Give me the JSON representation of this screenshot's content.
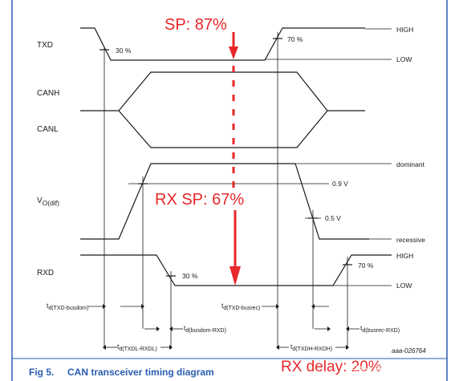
{
  "signals": {
    "txd": "TXD",
    "canh": "CANH",
    "canl": "CANL",
    "vo_main": "V",
    "vo_sub": "O(dif)",
    "rxd": "RXD"
  },
  "levels": {
    "high_top": "HIGH",
    "low_top": "LOW",
    "dominant": "dominant",
    "v09": "0.9 V",
    "v05": "0.5 V",
    "recessive": "recessive",
    "high_rxd": "HIGH",
    "low_rxd": "LOW"
  },
  "percent": {
    "txd_fall": "30 %",
    "txd_rise": "70 %",
    "rxd_fall": "30 %",
    "rxd_rise": "70 %"
  },
  "timings": {
    "t1_main": "t",
    "t1_sub": "d(TXD-busdom)",
    "t2_main": "t",
    "t2_sub": "d(TXD-busrec)",
    "t3_main": "t",
    "t3_sub": "d(busdom-RXD)",
    "t4_main": "t",
    "t4_sub": "d(busrec-RXD)",
    "t5_main": "t",
    "t5_sub": "d(TXDL-RXDL)",
    "t6_main": "t",
    "t6_sub": "d(TXDH-RXDH)"
  },
  "annotations": {
    "sp": "SP: 87%",
    "rx_sp": "RX SP:  67%",
    "rx_delay": "RX delay: 20%"
  },
  "figure": {
    "id": "aaa-026764",
    "number": "Fig 5.",
    "title": "CAN transceiver timing diagram"
  },
  "watermark": "CSDN @Lenz's law",
  "colors": {
    "border": "#2a5db0",
    "caption": "#2a5db0",
    "annotation": "#e8272a",
    "line": "#1a1a1a"
  }
}
